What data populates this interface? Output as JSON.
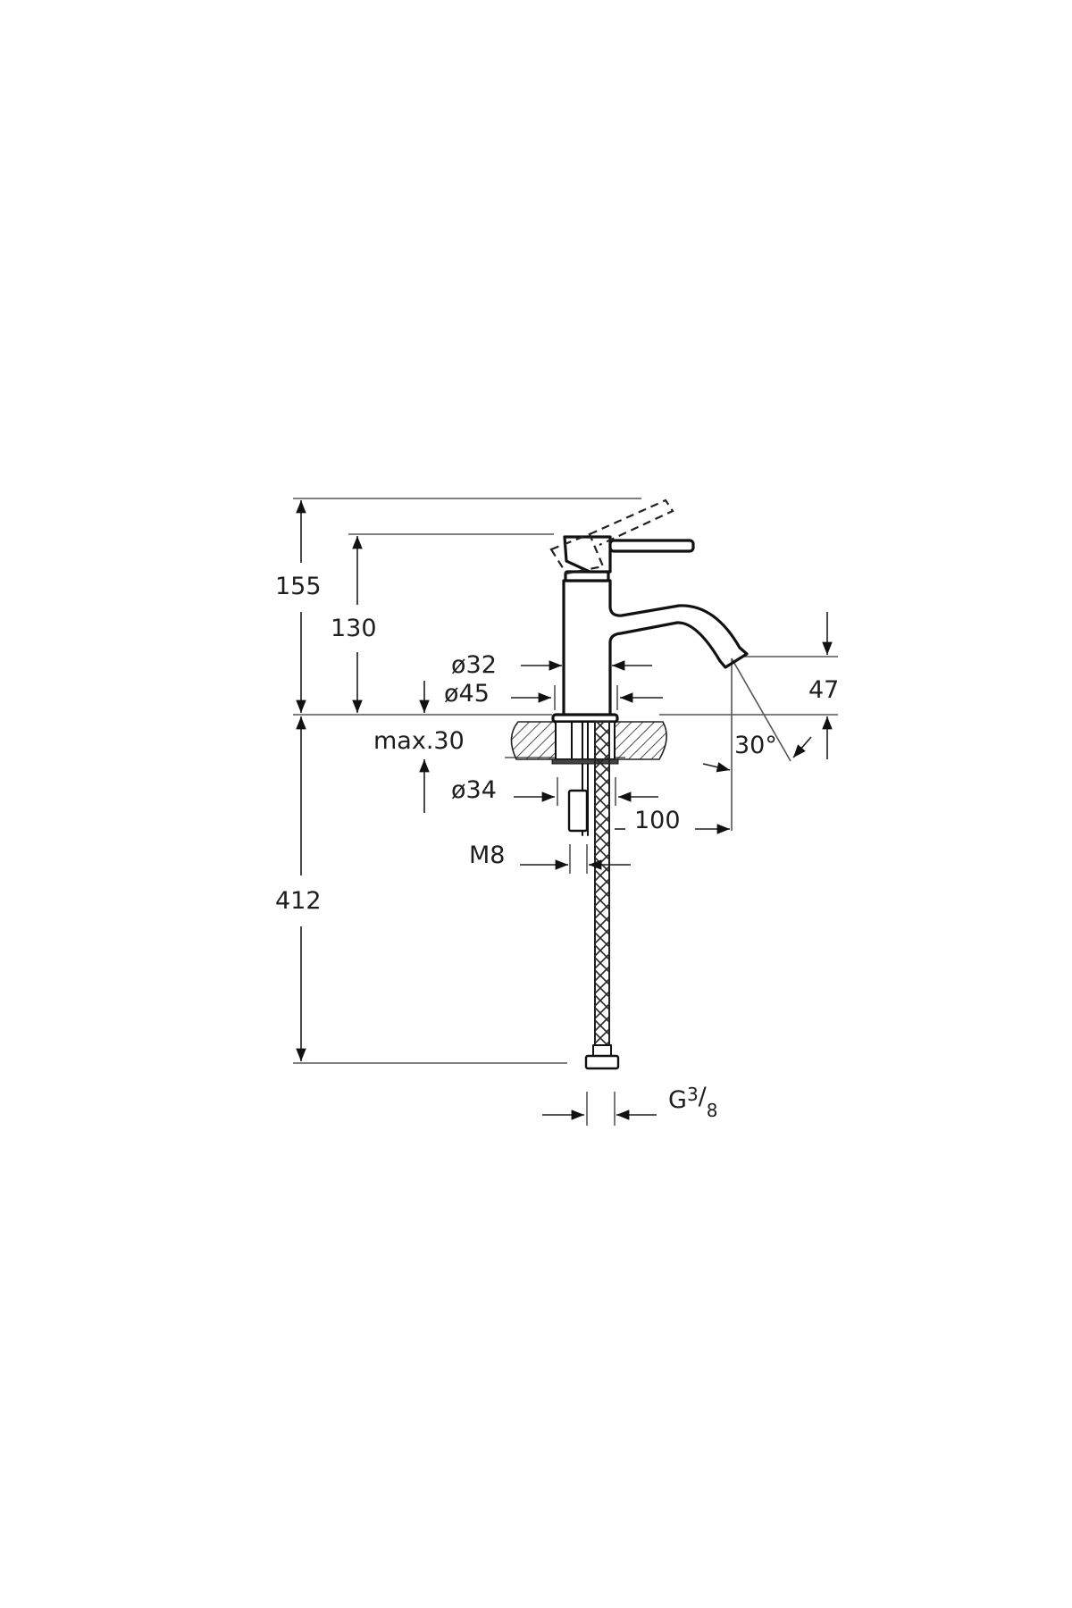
{
  "drawing": {
    "subject": "Single-lever basin mixer tap — technical dimension drawing (side view)",
    "colors": {
      "background": "#ffffff",
      "line": "#111111",
      "dimension": "#1e1e1e"
    },
    "dimensions": {
      "total_height_with_lever": "155",
      "body_height": "130",
      "body_diameter": "ø32",
      "base_diameter": "ø45",
      "max_deck_thickness": "max.30",
      "shank_diameter": "ø34",
      "spout_reach": "100",
      "spout_outlet_height": "47",
      "spout_angle": "30°",
      "hose_length_below_deck": "412",
      "stud_thread": "M8",
      "hose_connector_prefix": "G",
      "hose_connector_num": "3",
      "hose_connector_den": "8"
    }
  }
}
